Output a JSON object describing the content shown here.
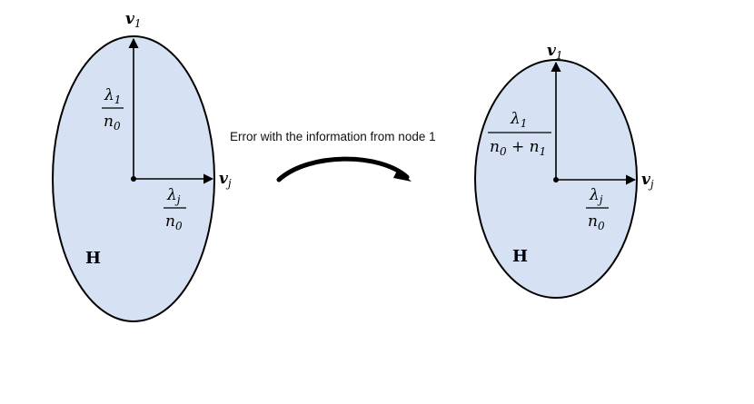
{
  "colors": {
    "ellipse_fill": "#d6e1f3",
    "stroke": "#000000",
    "background": "#ffffff"
  },
  "left_ellipse": {
    "top_vector_label": "v",
    "top_vector_sub": "1",
    "right_vector_label": "v",
    "right_vector_sub": "j",
    "vertical_fraction": {
      "numerator": "λ",
      "numerator_sub": "1",
      "denominator": "n",
      "denominator_sub": "0"
    },
    "horizontal_fraction": {
      "numerator": "λ",
      "numerator_sub": "j",
      "denominator": "n",
      "denominator_sub": "0"
    },
    "matrix_label": "H"
  },
  "transition": {
    "caption": "Error with the information from node 1"
  },
  "right_ellipse": {
    "top_vector_label": "v",
    "top_vector_sub": "1",
    "right_vector_label": "v",
    "right_vector_sub": "j",
    "vertical_fraction": {
      "numerator": "λ",
      "numerator_sub": "1",
      "denominator": "n",
      "denominator_sub": "0",
      "denominator_op": " + ",
      "denominator2": "n",
      "denominator2_sub": "1"
    },
    "horizontal_fraction": {
      "numerator": "λ",
      "numerator_sub": "j",
      "denominator": "n",
      "denominator_sub": "0"
    },
    "matrix_label": "H"
  }
}
